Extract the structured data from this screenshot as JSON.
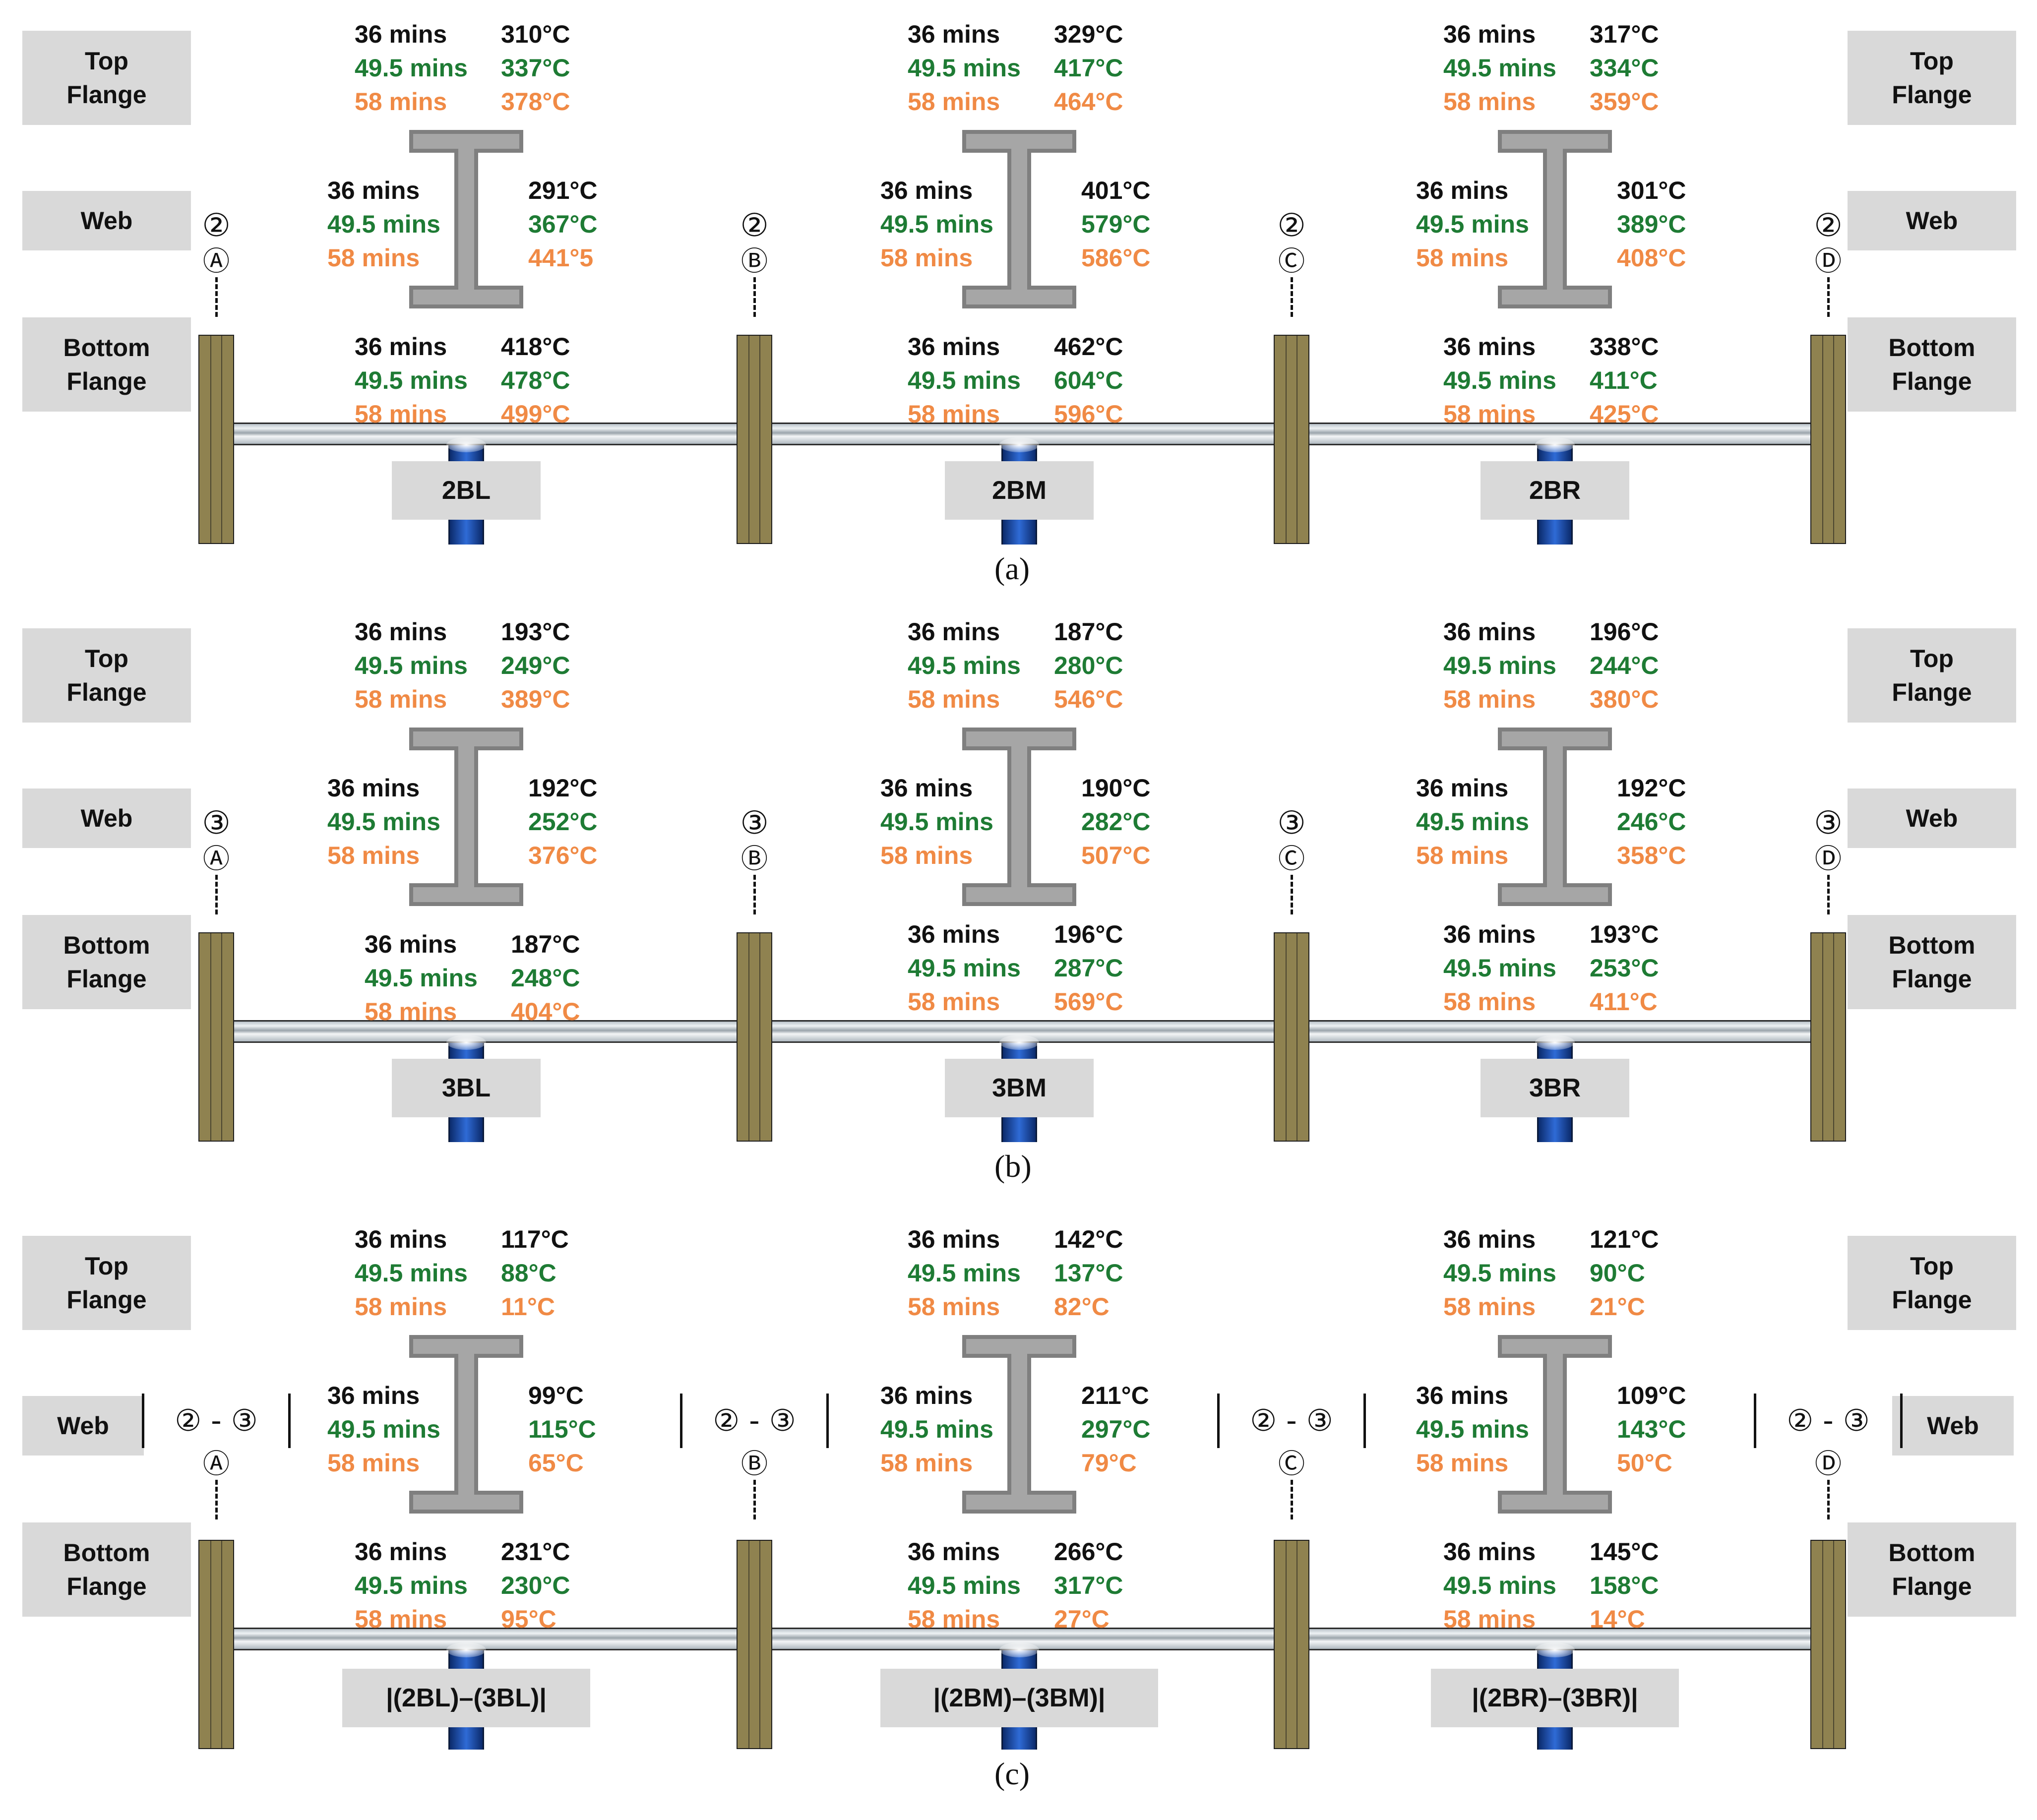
{
  "side_labels": {
    "top_flange": "Top\nFlange",
    "web": "Web",
    "bottom_flange": "Bottom\nFlange"
  },
  "time_labels": [
    "36 mins",
    "49.5 mins",
    "58 mins"
  ],
  "colors": {
    "t36": "#111111",
    "t49_5": "#1e7b34",
    "t58": "#f08a45",
    "column": "#8f8250",
    "label_bg": "#d9d9d9"
  },
  "panels": [
    {
      "caption": "(a)",
      "grid_tags": [
        {
          "num": "②",
          "letter": "Ⓐ"
        },
        {
          "num": "②",
          "letter": "Ⓑ"
        },
        {
          "num": "②",
          "letter": "Ⓒ"
        },
        {
          "num": "②",
          "letter": "Ⓓ"
        }
      ],
      "beams": [
        {
          "label": "2BL",
          "top": [
            "310°C",
            "337°C",
            "378°C"
          ],
          "web": [
            "291°C",
            "367°C",
            "441°5"
          ],
          "bottom": [
            "418°C",
            "478°C",
            "499°C"
          ]
        },
        {
          "label": "2BM",
          "top": [
            "329°C",
            "417°C",
            "464°C"
          ],
          "web": [
            "401°C",
            "579°C",
            "586°C"
          ],
          "bottom": [
            "462°C",
            "604°C",
            "596°C"
          ]
        },
        {
          "label": "2BR",
          "top": [
            "317°C",
            "334°C",
            "359°C"
          ],
          "web": [
            "301°C",
            "389°C",
            "408°C"
          ],
          "bottom": [
            "338°C",
            "411°C",
            "425°C"
          ]
        }
      ]
    },
    {
      "caption": "(b)",
      "grid_tags": [
        {
          "num": "③",
          "letter": "Ⓐ"
        },
        {
          "num": "③",
          "letter": "Ⓑ"
        },
        {
          "num": "③",
          "letter": "Ⓒ"
        },
        {
          "num": "③",
          "letter": "Ⓓ"
        }
      ],
      "beams": [
        {
          "label": "3BL",
          "top": [
            "193°C",
            "249°C",
            "389°C"
          ],
          "web": [
            "192°C",
            "252°C",
            "376°C"
          ],
          "bottom": [
            "187°C",
            "248°C",
            "404°C"
          ]
        },
        {
          "label": "3BM",
          "top": [
            "187°C",
            "280°C",
            "546°C"
          ],
          "web": [
            "190°C",
            "282°C",
            "507°C"
          ],
          "bottom": [
            "196°C",
            "287°C",
            "569°C"
          ]
        },
        {
          "label": "3BR",
          "top": [
            "196°C",
            "244°C",
            "380°C"
          ],
          "web": [
            "192°C",
            "246°C",
            "358°C"
          ],
          "bottom": [
            "193°C",
            "253°C",
            "411°C"
          ]
        }
      ]
    },
    {
      "caption": "(c)",
      "grid_tags": [
        {
          "num": "② - ③",
          "letter": "Ⓐ"
        },
        {
          "num": "② - ③",
          "letter": "Ⓑ"
        },
        {
          "num": "② - ③",
          "letter": "Ⓒ"
        },
        {
          "num": "② - ③",
          "letter": "Ⓓ"
        }
      ],
      "beams": [
        {
          "label": "|(2BL)–(3BL)|",
          "top": [
            "117°C",
            "88°C",
            "11°C"
          ],
          "web": [
            "99°C",
            "115°C",
            "65°C"
          ],
          "bottom": [
            "231°C",
            "230°C",
            "95°C"
          ]
        },
        {
          "label": "|(2BM)–(3BM)|",
          "top": [
            "142°C",
            "137°C",
            "82°C"
          ],
          "web": [
            "211°C",
            "297°C",
            "79°C"
          ],
          "bottom": [
            "266°C",
            "317°C",
            "27°C"
          ]
        },
        {
          "label": "|(2BR)–(3BR)|",
          "top": [
            "121°C",
            "90°C",
            "21°C"
          ],
          "web": [
            "109°C",
            "143°C",
            "50°C"
          ],
          "bottom": [
            "145°C",
            "158°C",
            "14°C"
          ]
        }
      ]
    }
  ]
}
